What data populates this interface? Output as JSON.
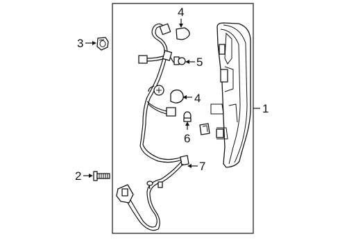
{
  "callouts": [
    {
      "id": "1",
      "part": "tail-lamp-assembly"
    },
    {
      "id": "2",
      "part": "screw"
    },
    {
      "id": "3",
      "part": "nut"
    },
    {
      "id": "4",
      "part": "bulb-upper"
    },
    {
      "id": "4",
      "part": "bulb-middle"
    },
    {
      "id": "5",
      "part": "bulb-small"
    },
    {
      "id": "6",
      "part": "bulb-wedge"
    },
    {
      "id": "7",
      "part": "wiring-harness"
    }
  ],
  "colors": {
    "line": "#111111",
    "background": "#ffffff"
  }
}
